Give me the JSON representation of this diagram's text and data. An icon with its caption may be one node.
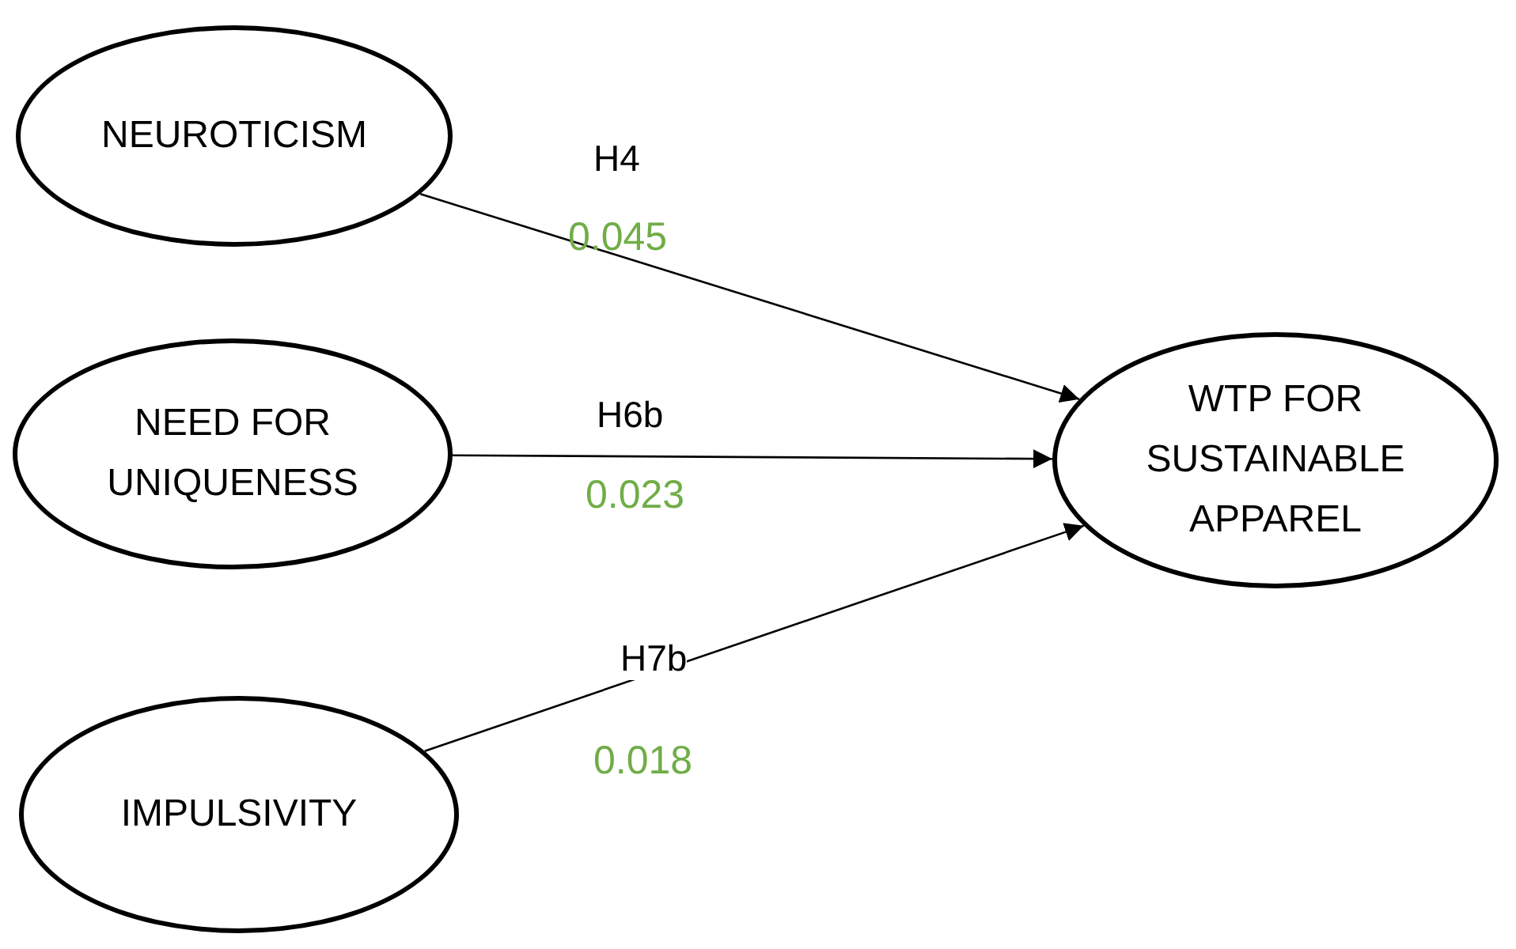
{
  "diagram": {
    "nodes": [
      {
        "text": [
          "NEUROTICISM"
        ]
      },
      {
        "text": [
          "NEED FOR UNIQUENESS"
        ]
      },
      {
        "text": [
          "IMPULSIVITY"
        ]
      },
      {
        "text": [
          "WTP FOR SUSTAINABLE APPAREL"
        ]
      }
    ],
    "edges": [
      {
        "from": 0,
        "to": 3,
        "arrow": "to",
        "label": "H4"
      },
      {
        "from": 1,
        "to": 3,
        "arrow": "to",
        "label": "H6b"
      },
      {
        "from": 2,
        "to": 3,
        "arrow": "to",
        "label": "H7b"
      }
    ],
    "labels": [
      "0.045",
      "0.023",
      "0.018"
    ]
  }
}
